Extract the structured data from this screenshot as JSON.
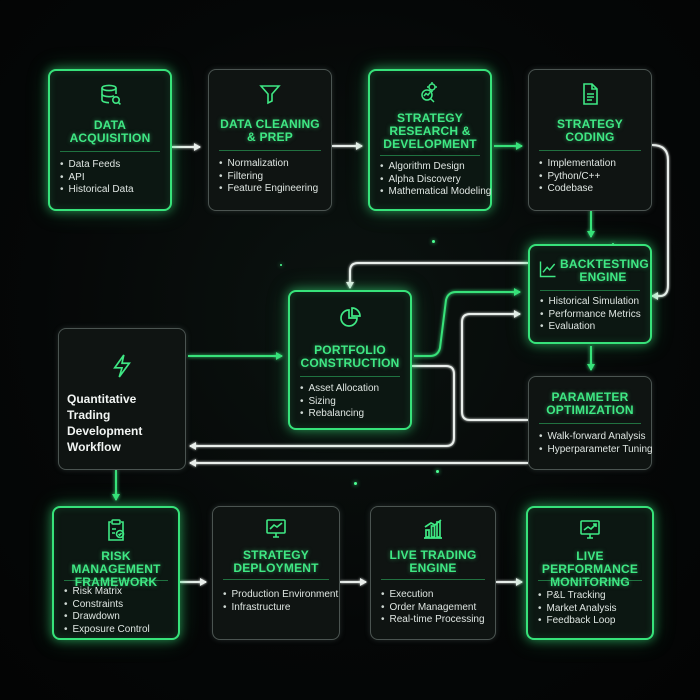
{
  "workflow": {
    "center": {
      "title": "Quantitative Trading\nDevelopment\nWorkflow",
      "icon": "lightning-bolt-icon"
    },
    "stages": {
      "data_acquisition": {
        "title": "DATA\nACQUISITION",
        "icon": "database-icon",
        "items": [
          "Data Feeds",
          "API",
          "Historical Data"
        ]
      },
      "data_cleaning": {
        "title": "DATA CLEANING\n& PREP",
        "icon": "funnel-filter-icon",
        "items": [
          "Normalization",
          "Filtering",
          "Feature Engineering"
        ]
      },
      "strategy_research": {
        "title": "STRATEGY\nRESEARCH &\nDEVELOPMENT",
        "icon": "research-chart-icon",
        "items": [
          "Algorithm Design",
          "Alpha Discovery",
          "Mathematical Modeling"
        ]
      },
      "strategy_coding": {
        "title": "STRATEGY\nCODING",
        "icon": "document-code-icon",
        "items": [
          "Implementation",
          "Python/C++",
          "Codebase"
        ]
      },
      "backtesting": {
        "title": "BACKTESTING\nENGINE",
        "icon": "line-chart-icon",
        "items": [
          "Historical Simulation",
          "Performance Metrics",
          "Evaluation"
        ]
      },
      "portfolio": {
        "title": "PORTFOLIO\nCONSTRUCTION",
        "icon": "pie-chart-icon",
        "items": [
          "Asset Allocation",
          "Sizing",
          "Rebalancing"
        ]
      },
      "parameter_optimization": {
        "title": "PARAMETER\nOPTIMIZATION",
        "icon": "",
        "items": [
          "Walk-forward Analysis",
          "Hyperparameter Tuning"
        ]
      },
      "risk_management": {
        "title": "RISK MANAGEMENT\nFRAMEWORK",
        "icon": "clipboard-check-icon",
        "items": [
          "Risk Matrix",
          "Constraints",
          "Drawdown",
          "Exposure Control"
        ]
      },
      "strategy_deployment": {
        "title": "STRATEGY\nDEPLOYMENT",
        "icon": "monitor-chart-icon",
        "items": [
          "Production Environment",
          "Infrastructure"
        ]
      },
      "live_trading": {
        "title": "LIVE TRADING\nENGINE",
        "icon": "bar-chart-icon",
        "items": [
          "Execution",
          "Order Management",
          "Real-time Processing"
        ]
      },
      "live_monitoring": {
        "title": "LIVE PERFORMANCE\nMONITORING",
        "icon": "monitor-trend-icon",
        "items": [
          "P&L Tracking",
          "Market Analysis",
          "Feedback Loop"
        ]
      }
    },
    "colors": {
      "accent_green": "#37e27a",
      "connector_white": "#e9eeeb",
      "background": "#050707"
    }
  }
}
